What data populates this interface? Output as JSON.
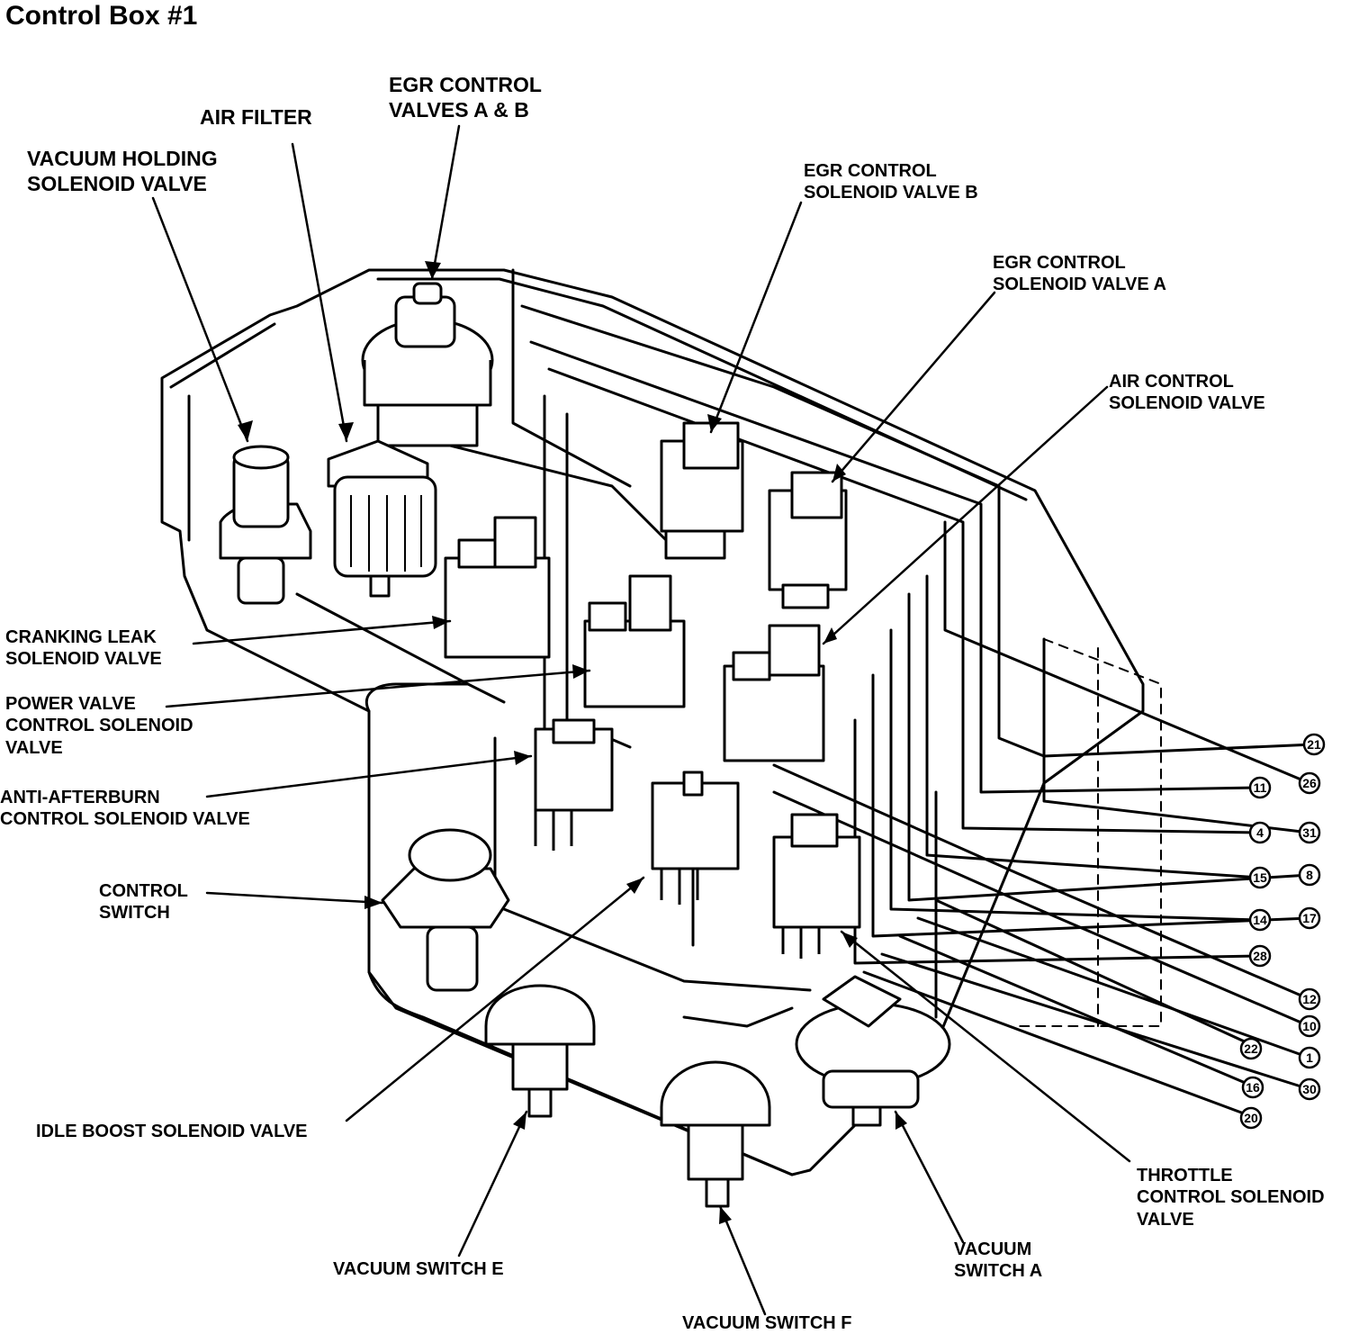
{
  "title": "Control Box #1",
  "labels": {
    "egr_control_valves_ab": "EGR CONTROL\nVALVES A & B",
    "air_filter": "AIR FILTER",
    "vacuum_holding_solenoid_valve": "VACUUM HOLDING\nSOLENOID VALVE",
    "egr_control_solenoid_valve_b": "EGR CONTROL\nSOLENOID VALVE B",
    "egr_control_solenoid_valve_a": "EGR CONTROL\nSOLENOID VALVE A",
    "air_control_solenoid_valve": "AIR CONTROL\nSOLENOID VALVE",
    "cranking_leak_solenoid_valve": "CRANKING LEAK\nSOLENOID VALVE",
    "power_valve_control_solenoid_valve": "POWER VALVE\nCONTROL SOLENOID\nVALVE",
    "anti_afterburn_control_solenoid_valve": "ANTI-AFTERBURN\nCONTROL SOLENOID VALVE",
    "control_switch": "CONTROL\nSWITCH",
    "idle_boost_solenoid_valve": "IDLE BOOST SOLENOID VALVE",
    "vacuum_switch_e": "VACUUM SWITCH E",
    "vacuum_switch_f": "VACUUM SWITCH F",
    "vacuum_switch_a": "VACUUM\nSWITCH A",
    "throttle_control_solenoid_valve": "THROTTLE\nCONTROL SOLENOID\nVALVE"
  },
  "hose_numbers": [
    "21",
    "26",
    "11",
    "31",
    "4",
    "8",
    "15",
    "17",
    "14",
    "28",
    "12",
    "10",
    "22",
    "1",
    "16",
    "30",
    "20"
  ]
}
